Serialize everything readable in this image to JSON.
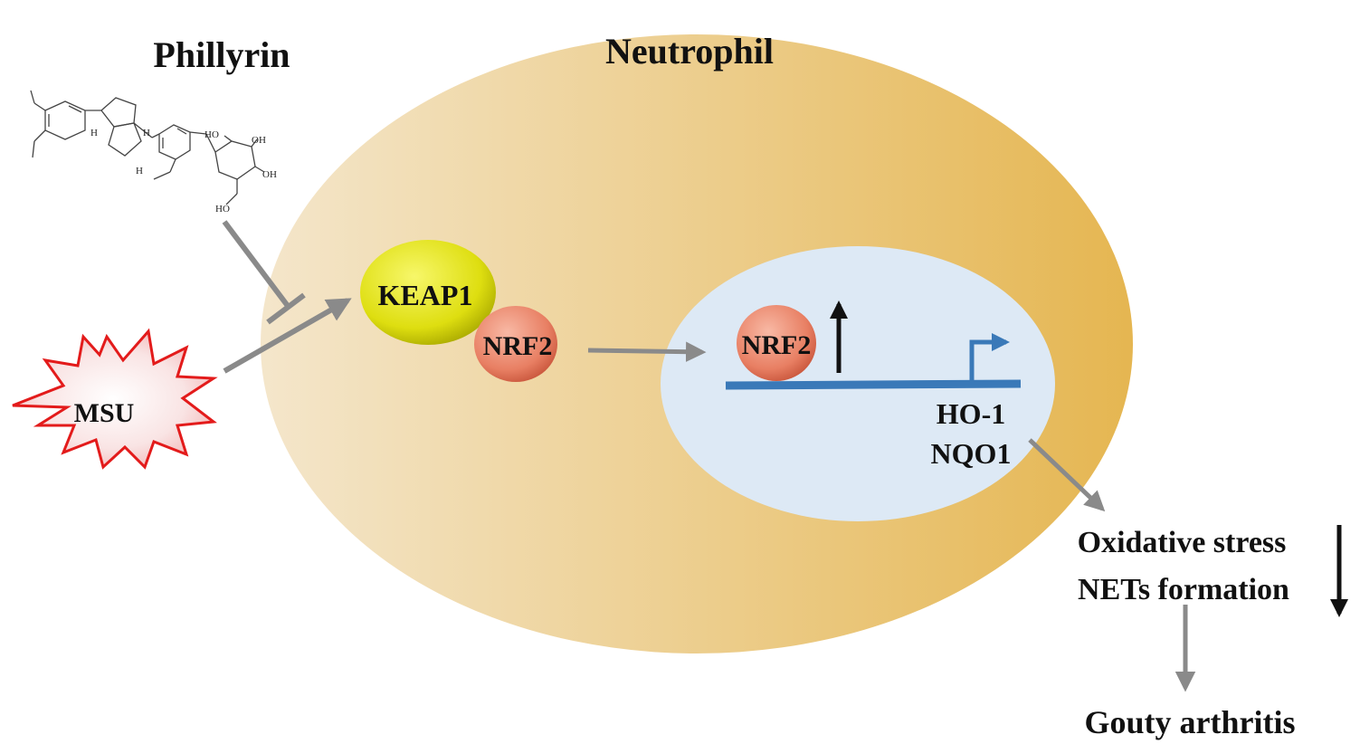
{
  "labels": {
    "phillyrin": "Phillyrin",
    "neutrophil": "Neutrophil",
    "keap1": "KEAP1",
    "nrf2_cyto": "NRF2",
    "nrf2_nucleus": "NRF2",
    "msu": "MSU",
    "ho1": "HO-1",
    "nqo1": "NQO1",
    "oxidative_stress": "Oxidative stress",
    "nets_formation": "NETs formation",
    "gouty_arthritis": "Gouty arthritis"
  },
  "molecule_atoms": {
    "h1": "H",
    "h2": "H",
    "h3": "H",
    "ho_top": "HO",
    "oh_1": "OH",
    "oh_2": "OH",
    "ho_bottom": "HO"
  },
  "colors": {
    "cell_light": "#f3e4c7",
    "cell_dark": "#e6b957",
    "nucleus": "#dde9f5",
    "keap1_light": "#f2f24a",
    "keap1_dark": "#b8b800",
    "nrf2_light": "#f6b09c",
    "nrf2_dark": "#d9674c",
    "msu_fill": "#f5dada",
    "msu_stroke": "#e31b1b",
    "dna": "#3a79b8",
    "arrow_gray": "#8a8a8a",
    "arrow_black": "#111111"
  }
}
